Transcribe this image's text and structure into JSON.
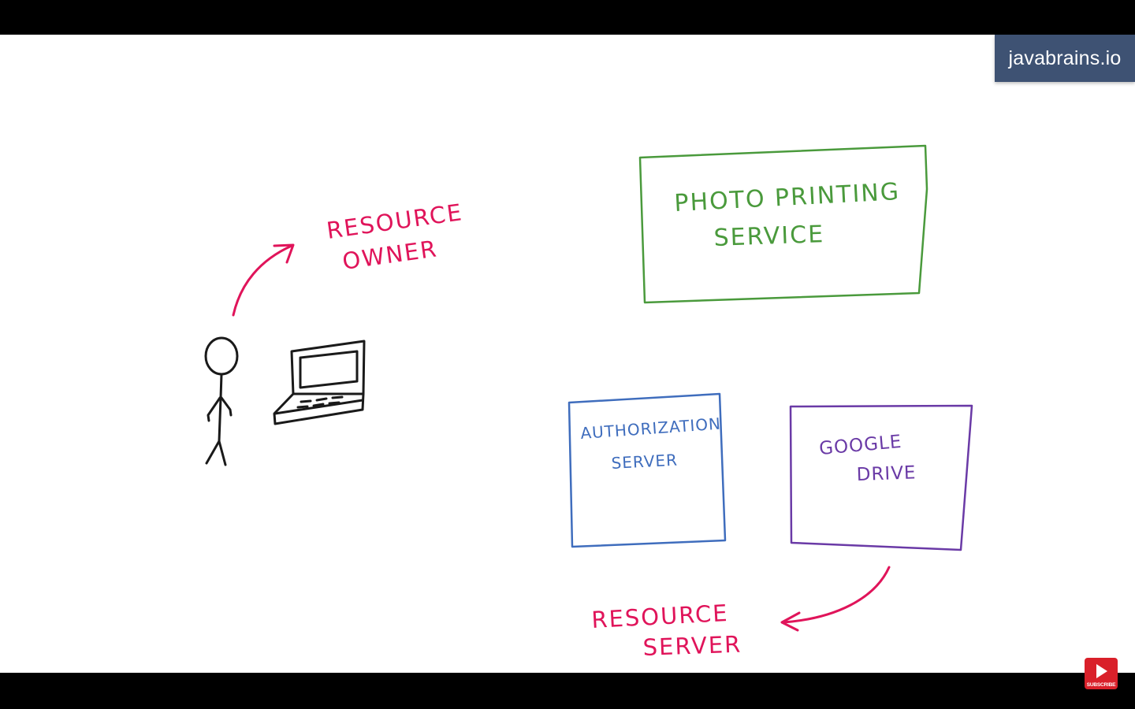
{
  "brand": {
    "text": "javabrains.io",
    "color": "#3e5273"
  },
  "subscribe": {
    "label": "SUBSCRIBE",
    "icon": "youtube-play-icon",
    "color": "#d9202a"
  },
  "labels": {
    "resource_owner": [
      "RESOURCE",
      "OWNER"
    ],
    "photo_printing_service": [
      "PHOTO PRINTING",
      "SERVICE"
    ],
    "authorization_server": [
      "AUTHORIZATION",
      "SERVER"
    ],
    "google_drive": [
      "GOOGLE",
      "DRIVE"
    ],
    "resource_server": [
      "RESOURCE",
      "SERVER"
    ]
  },
  "colors": {
    "annotation": "#e0145a",
    "client_box": "#4a9a3c",
    "auth_box": "#3f6dbd",
    "resource_box": "#6a3aa6",
    "ink": "#1a1a1a"
  },
  "icons": {
    "person": "stick-figure-icon",
    "laptop": "laptop-icon"
  }
}
